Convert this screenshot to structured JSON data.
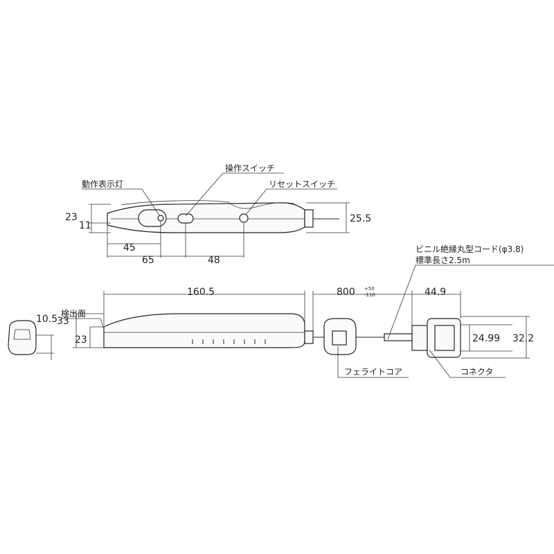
{
  "labels": {
    "indicator_lamp": "動作表示灯",
    "operation_switch": "操作スイッチ",
    "reset_switch": "リセットスイッチ",
    "detection_face": "検出面",
    "cable": "ビニル絶縁丸型コード(φ3.8)",
    "cable_length": "標準長さ2.5m",
    "ferrite_core": "フェライトコア",
    "connector": "コネクタ"
  },
  "dimensions": {
    "top_height": "23",
    "top_small": "11",
    "top_right": "25.5",
    "d45": "45",
    "d65": "65",
    "d48": "48",
    "side_width": "10.5",
    "body_height": "33",
    "face_height": "23",
    "length": "160.5",
    "cable_len": "800",
    "cable_tol_plus": "+50",
    "cable_tol_minus": "-110",
    "conn_len": "44.9",
    "conn_h1": "24.99",
    "conn_h2": "32.2"
  }
}
